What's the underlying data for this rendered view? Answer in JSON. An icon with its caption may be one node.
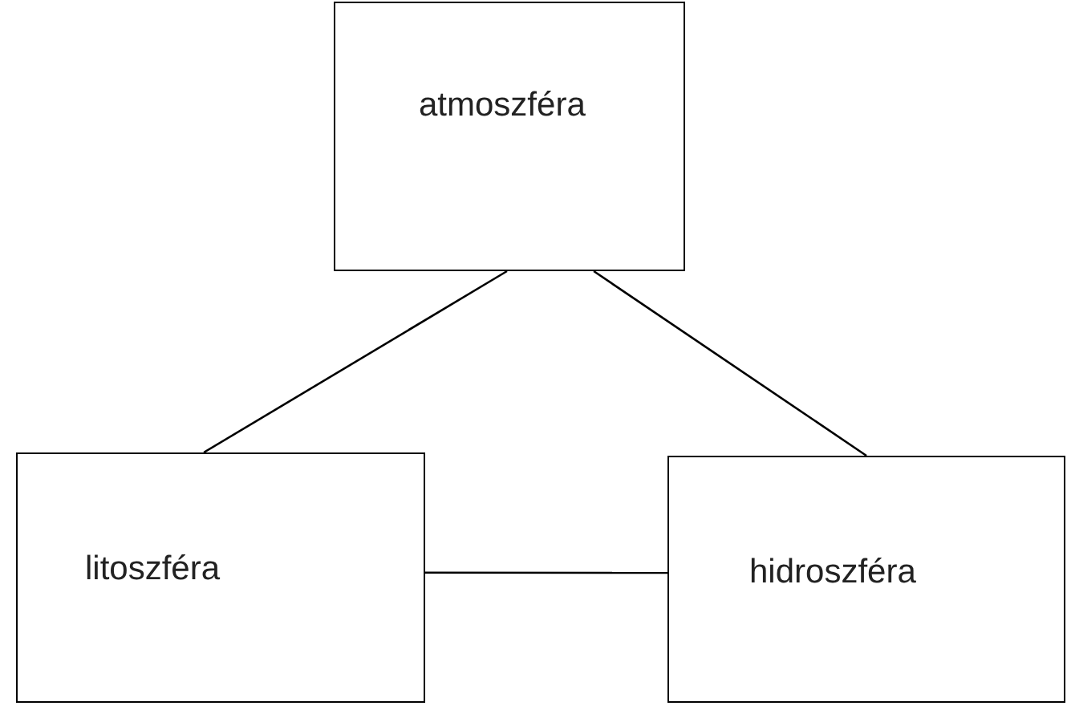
{
  "diagram": {
    "nodes": [
      {
        "text": [
          "atmoszféra"
        ]
      },
      {
        "text": [
          "litoszféra"
        ]
      },
      {
        "text": [
          "hidroszféra"
        ]
      }
    ],
    "edges": [
      {
        "from": 0,
        "to": 1,
        "arrow": "none"
      },
      {
        "from": 0,
        "to": 2,
        "arrow": "none"
      },
      {
        "from": 1,
        "to": 2,
        "arrow": "none"
      }
    ]
  }
}
